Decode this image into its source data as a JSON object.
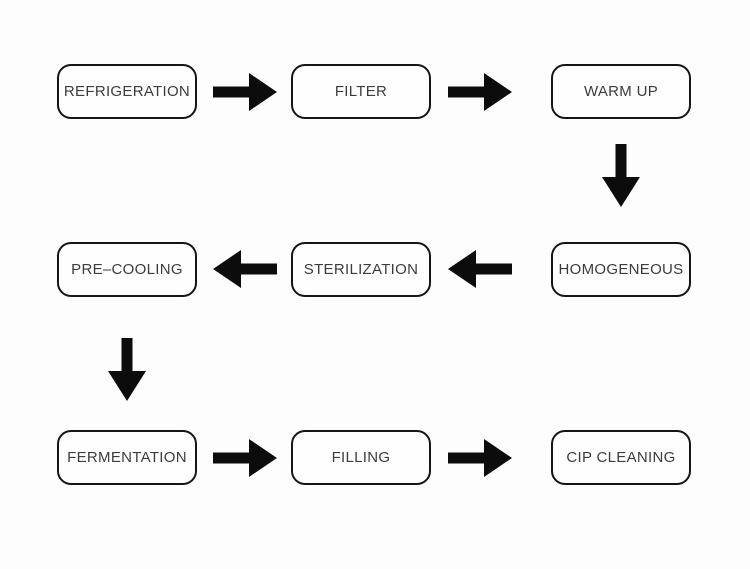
{
  "diagram": {
    "type": "flowchart",
    "description": "Process flow of nine steps connected by solid black arrows in a serpentine layout (left-to-right, down, right-to-left, down, left-to-right).",
    "colors": {
      "background": "#fdfdfd",
      "node_fill": "#fefefe",
      "node_border": "#151515",
      "text": "#3c3c3c",
      "arrow": "#0c0c0c"
    },
    "nodes": [
      {
        "id": "refrigeration",
        "label": "REFRIGERATION",
        "row": 1,
        "col": 1
      },
      {
        "id": "filter",
        "label": "FILTER",
        "row": 1,
        "col": 2
      },
      {
        "id": "warm-up",
        "label": "WARM UP",
        "row": 1,
        "col": 3
      },
      {
        "id": "homogeneous",
        "label": "HOMOGENEOUS",
        "row": 2,
        "col": 3
      },
      {
        "id": "sterilization",
        "label": "STERILIZATION",
        "row": 2,
        "col": 2
      },
      {
        "id": "pre-cooling",
        "label": "PRE–COOLING",
        "row": 2,
        "col": 1
      },
      {
        "id": "fermentation",
        "label": "FERMENTATION",
        "row": 3,
        "col": 1
      },
      {
        "id": "filling",
        "label": "FILLING",
        "row": 3,
        "col": 2
      },
      {
        "id": "cip-cleaning",
        "label": "CIP CLEANING",
        "row": 3,
        "col": 3
      }
    ],
    "edges": [
      {
        "from": "refrigeration",
        "to": "filter",
        "direction": "right"
      },
      {
        "from": "filter",
        "to": "warm-up",
        "direction": "right"
      },
      {
        "from": "warm-up",
        "to": "homogeneous",
        "direction": "down"
      },
      {
        "from": "homogeneous",
        "to": "sterilization",
        "direction": "left"
      },
      {
        "from": "sterilization",
        "to": "pre-cooling",
        "direction": "left"
      },
      {
        "from": "pre-cooling",
        "to": "fermentation",
        "direction": "down"
      },
      {
        "from": "fermentation",
        "to": "filling",
        "direction": "right"
      },
      {
        "from": "filling",
        "to": "cip-cleaning",
        "direction": "right"
      }
    ]
  }
}
